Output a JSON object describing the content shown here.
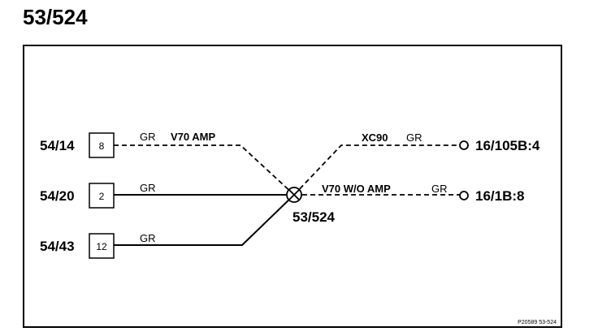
{
  "title": "53/524",
  "connectors_left": [
    {
      "id": "54/14",
      "pin": "8"
    },
    {
      "id": "54/20",
      "pin": "2"
    },
    {
      "id": "54/43",
      "pin": "12"
    }
  ],
  "wire_color": "GR",
  "variants": {
    "v70_amp": "V70 AMP",
    "xc90": "XC90",
    "v70_wo_amp": "V70 W/O AMP"
  },
  "splice_label": "53/524",
  "connectors_right": [
    {
      "id": "16/105B:4"
    },
    {
      "id": "16/1B:8"
    }
  ],
  "footer_code": "P20589 53-524"
}
